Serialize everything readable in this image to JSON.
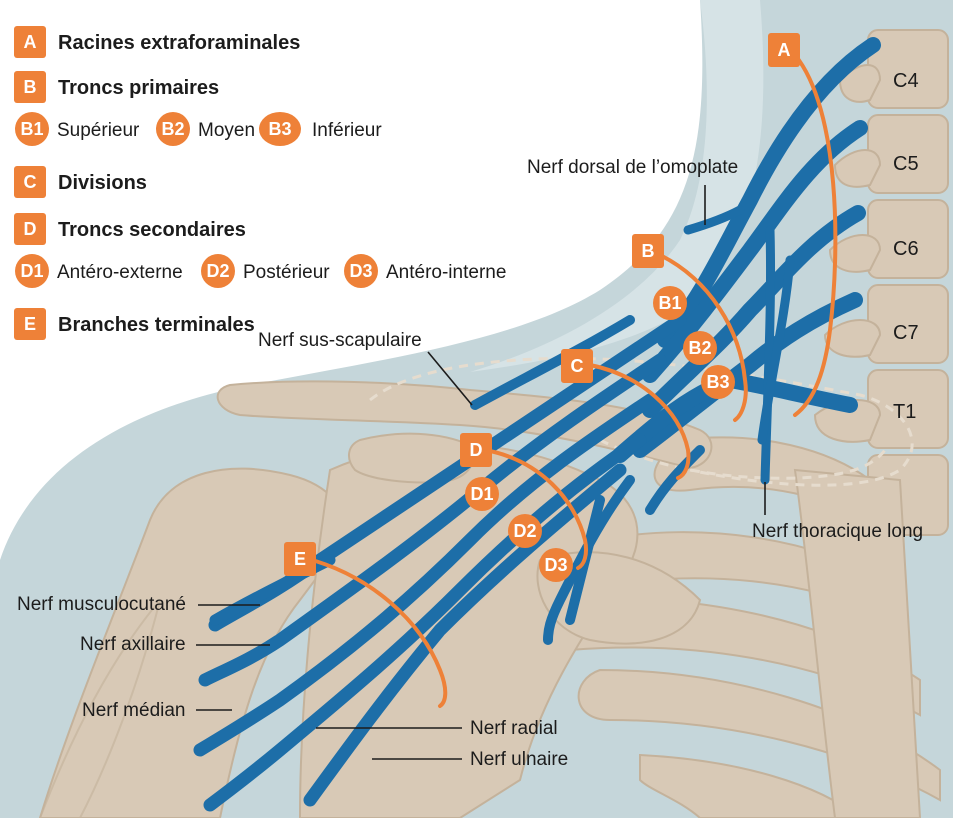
{
  "legend": {
    "A": {
      "badge": "A",
      "label": "Racines extraforaminales"
    },
    "B": {
      "badge": "B",
      "label": "Troncs primaires"
    },
    "B1": {
      "badge": "B1",
      "label": "Supérieur"
    },
    "B2": {
      "badge": "B2",
      "label": "Moyen"
    },
    "B3": {
      "badge": "B3",
      "label": "Inférieur"
    },
    "C": {
      "badge": "C",
      "label": "Divisions"
    },
    "D": {
      "badge": "D",
      "label": "Troncs secondaires"
    },
    "D1": {
      "badge": "D1",
      "label": "Antéro-externe"
    },
    "D2": {
      "badge": "D2",
      "label": "Postérieur"
    },
    "D3": {
      "badge": "D3",
      "label": "Antéro-interne"
    },
    "E": {
      "badge": "E",
      "label": "Branches terminales"
    }
  },
  "vertebrae": [
    "C4",
    "C5",
    "C6",
    "C7",
    "T1"
  ],
  "nerve_labels": {
    "dorsal_scapular": "Nerf dorsal de l’omoplate",
    "suprascapular": "Nerf sus-scapulaire",
    "long_thoracic": "Nerf thoracique long",
    "musculocutaneous": "Nerf musculocutané",
    "axillary": "Nerf axillaire",
    "median": "Nerf médian",
    "radial": "Nerf radial",
    "ulnar": "Nerf ulnaire"
  },
  "colors": {
    "background_skin": "#c5d6da",
    "bone": "#d8c9b6",
    "nerve": "#1d6ea8",
    "badge_orange": "#ee8138",
    "text": "#1c1c1c"
  }
}
